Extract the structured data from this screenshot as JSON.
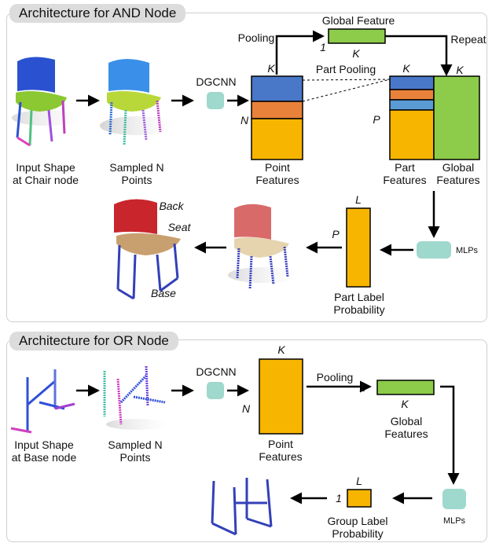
{
  "and_panel": {
    "title": "Architecture for AND Node",
    "input_shape": [
      "Input Shape",
      "at Chair node"
    ],
    "sampled": [
      "Sampled N",
      "Points"
    ],
    "dgcnn": "DGCNN",
    "pooling": "Pooling",
    "global_feature": "Global Feature",
    "repeat": "Repeat",
    "part_pooling": "Part Pooling",
    "point_features": [
      "Point",
      "Features"
    ],
    "part_features": [
      "Part",
      "Features"
    ],
    "global_features": [
      "Global",
      "Features"
    ],
    "dim_k": "K",
    "dim_n": "N",
    "dim_p": "P",
    "dim_l": "L",
    "dim_1": "1",
    "mlps": "MLPs",
    "part_label": [
      "Part Label",
      "Probability"
    ],
    "parts": {
      "back": "Back",
      "seat": "Seat",
      "base": "Base"
    }
  },
  "or_panel": {
    "title": "Architecture for OR Node",
    "input_shape": [
      "Input Shape",
      "at Base node"
    ],
    "sampled": [
      "Sampled N",
      "Points"
    ],
    "dgcnn": "DGCNN",
    "pooling": "Pooling",
    "point_features": [
      "Point",
      "Features"
    ],
    "global_features": [
      "Global",
      "Features"
    ],
    "dim_k": "K",
    "dim_n": "N",
    "dim_l": "L",
    "dim_1": "1",
    "mlps": "MLPs",
    "group_label": [
      "Group Label",
      "Probability"
    ]
  },
  "colors": {
    "point_blue": "#4a78c8",
    "point_orange": "#e8823a",
    "point_yellow": "#f7b500",
    "part_lightblue": "#5b9bd5",
    "global_green": "#8ccc4a",
    "mlp_teal": "#9fd8cc",
    "chair_red": "#c8252d",
    "chair_wood": "#c8a070",
    "chair_base_blue": "#3340b8"
  }
}
